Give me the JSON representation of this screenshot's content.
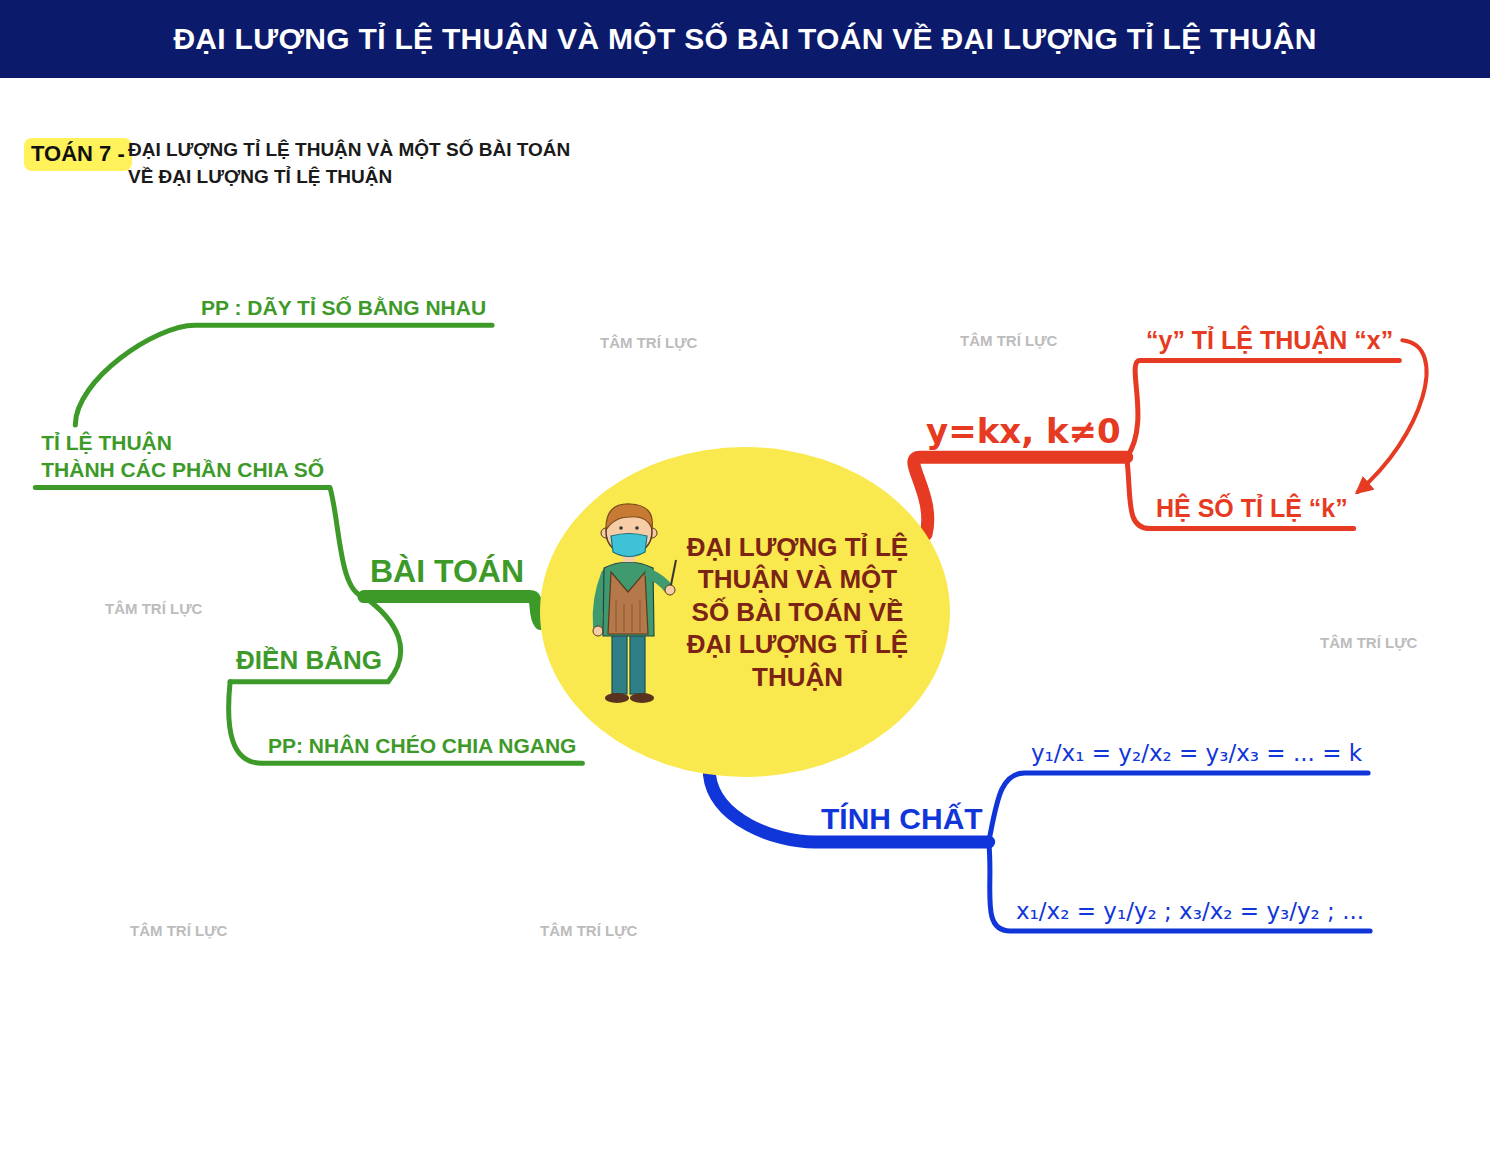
{
  "diagram": {
    "title": "ĐẠI LƯỢNG TỈ LỆ THUẬN VÀ MỘT SỐ BÀI TOÁN VỀ ĐẠI LƯỢNG TỈ LỆ THUẬN",
    "nodes": [
      {
        "text": [
          "ĐẠI LƯỢNG TỈ LỆ THUẬN VÀ MỘT SỐ BÀI TOÁN VỀ ĐẠI LƯỢNG TỈ LỆ THUẬN"
        ]
      },
      {
        "text": [
          "y=kx, k≠0"
        ]
      },
      {
        "text": [
          "“y” TỈ LỆ THUẬN “x”"
        ]
      },
      {
        "text": [
          "HỆ SỐ TỈ LỆ “k”"
        ]
      },
      {
        "text": [
          "TÍNH CHẤT"
        ]
      },
      {
        "text": [
          "y₁/x₁ = y₂/x₂ = y₃/x₃ = ... = k"
        ]
      },
      {
        "text": [
          "x₁/x₂ = y₁/y₂ ; x₃/x₂ = y₃/y₂ ; ..."
        ]
      },
      {
        "text": [
          "BÀI TOÁN"
        ]
      },
      {
        "text": [
          "TỈ LỆ THUẬN",
          "THÀNH CÁC PHẦN CHIA SỐ"
        ]
      },
      {
        "text": [
          "PP : DÃY TỈ SỐ BẰNG NHAU"
        ]
      },
      {
        "text": [
          "ĐIỀN BẢNG"
        ]
      },
      {
        "text": [
          "PP: NHÂN CHÉO CHIA NGANG"
        ]
      }
    ],
    "edges": [
      {
        "from": 0,
        "to": 1,
        "arrow": "none"
      },
      {
        "from": 1,
        "to": 2,
        "arrow": "none"
      },
      {
        "from": 1,
        "to": 3,
        "arrow": "none"
      },
      {
        "from": 2,
        "to": 3,
        "arrow": "to"
      },
      {
        "from": 0,
        "to": 4,
        "arrow": "none"
      },
      {
        "from": 4,
        "to": 5,
        "arrow": "none"
      },
      {
        "from": 4,
        "to": 6,
        "arrow": "none"
      },
      {
        "from": 0,
        "to": 7,
        "arrow": "none"
      },
      {
        "from": 7,
        "to": 8,
        "arrow": "none"
      },
      {
        "from": 8,
        "to": 9,
        "arrow": "none"
      },
      {
        "from": 7,
        "to": 10,
        "arrow": "none"
      },
      {
        "from": 10,
        "to": 11,
        "arrow": "none"
      }
    ],
    "labels": [
      "TOÁN 7 -",
      "ĐẠI LƯỢNG TỈ LỆ THUẬN VÀ MỘT SỐ BÀI TOÁN VỀ ĐẠI LƯỢNG TỈ LỆ THUẬN",
      "TÂM TRÍ LỰC",
      "TÂM TRÍ LỰC",
      "TÂM TRÍ LỰC",
      "TÂM TRÍ LỰC",
      "TÂM TRÍ LỰC",
      "TÂM TRÍ LỰC"
    ]
  }
}
